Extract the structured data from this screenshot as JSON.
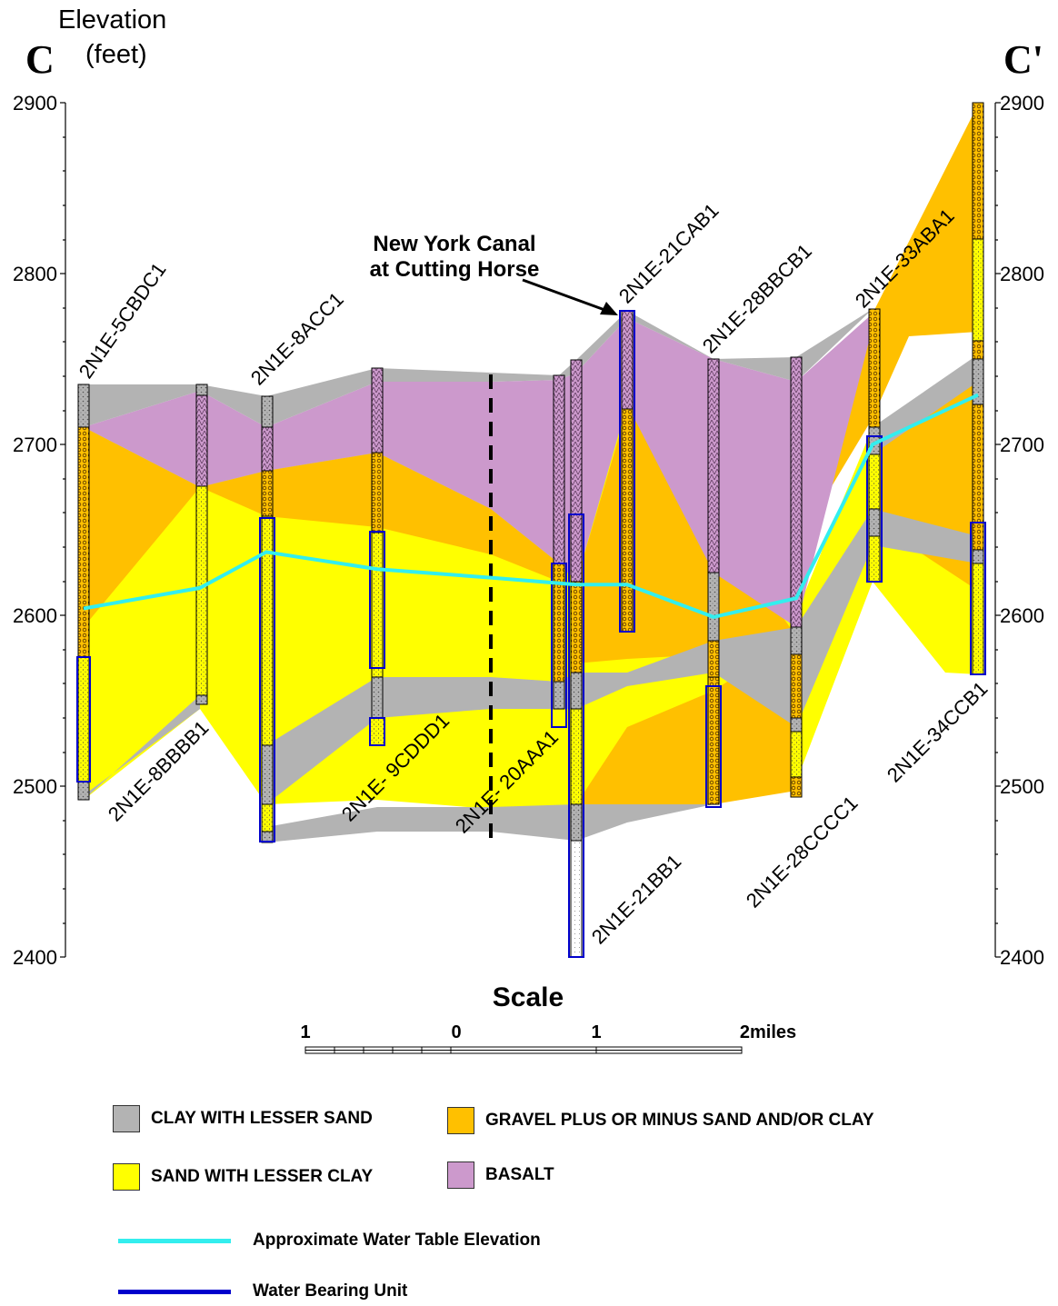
{
  "title": {
    "left_mark": "C",
    "right_mark": "C'",
    "elevation_label_line1": "Elevation",
    "elevation_label_line2": "(feet)"
  },
  "axis": {
    "left_ticks": [
      "2900",
      "2800",
      "2700",
      "2600",
      "2500",
      "2400"
    ],
    "right_ticks": [
      "2900",
      "2800",
      "2700",
      "2600",
      "2500",
      "2400"
    ],
    "elevation_range_feet": [
      2400,
      2900
    ]
  },
  "annotation": {
    "canal_line1": "New York Canal",
    "canal_line2": "at Cutting Horse"
  },
  "wells": [
    "2N1E-5CBDC1",
    "2N1E-8BBBB1",
    "2N1E-8ACC1",
    "2N1E- 9CDDD1",
    "2N1E- 20AAA1",
    "2N1E-21BB1",
    "2N1E-21CAB1",
    "2N1E-28BBCB1",
    "2N1E-28CCCC1",
    "2N1E-33ABA1",
    "2N1E-34CCB1"
  ],
  "water_table_elevations_feet": [
    2604,
    2616,
    2637,
    2627,
    2622,
    2618,
    2618,
    2599,
    2610,
    2700,
    2729
  ],
  "scale": {
    "title": "Scale",
    "labels": [
      "1",
      "0",
      "1",
      "2miles"
    ]
  },
  "legend": {
    "clay": "CLAY WITH LESSER SAND",
    "gravel": "GRAVEL PLUS OR MINUS SAND AND/OR CLAY",
    "sand": "SAND WITH LESSER CLAY",
    "basalt": "BASALT",
    "water_table": "Approximate Water Table Elevation",
    "water_bearing": "Water Bearing Unit"
  },
  "colors": {
    "clay": "#b3b3b3",
    "gravel": "#ffc000",
    "sand": "#ffff00",
    "basalt": "#cc99cc",
    "water_table": "#33eeee",
    "water_bearing": "#0000cc"
  }
}
